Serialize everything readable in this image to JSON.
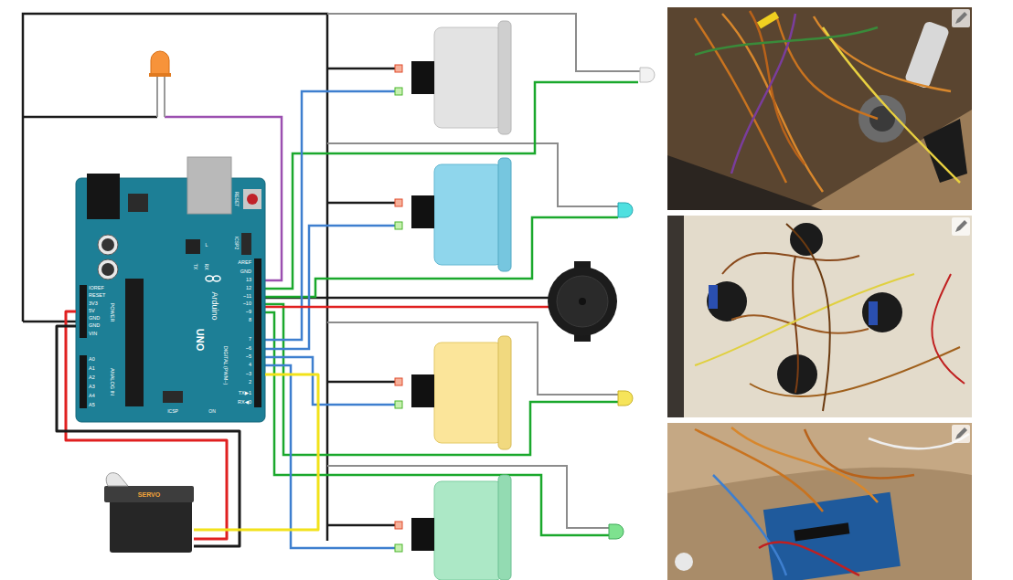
{
  "diagram": {
    "nodes": [
      {
        "text": [
          "RESET",
          "ICSP2",
          "L",
          "TX",
          "RX",
          "AREF",
          "GND",
          "13",
          "12",
          "~11",
          "~10",
          "~9",
          "8",
          "7",
          "~6",
          "~5",
          "4",
          "~3",
          "2",
          "TX▶1",
          "RX◀0",
          "DIGITAL (PWM~)",
          "Arduino",
          "UNO",
          "ON",
          "ICSP",
          "IOREF",
          "RESET",
          "3V3",
          "5V",
          "GND",
          "GND",
          "VIN",
          "POWER",
          "A0",
          "A1",
          "A2",
          "A3",
          "A4",
          "A5",
          "ANALOG IN"
        ]
      },
      {
        "text": [
          "SERVO"
        ]
      }
    ],
    "edges": [
      {
        "from": 1,
        "to": 0,
        "arrow": "none"
      },
      {
        "from": 1,
        "to": 0,
        "arrow": "none"
      },
      {
        "from": 1,
        "to": 0,
        "arrow": "none"
      }
    ]
  }
}
